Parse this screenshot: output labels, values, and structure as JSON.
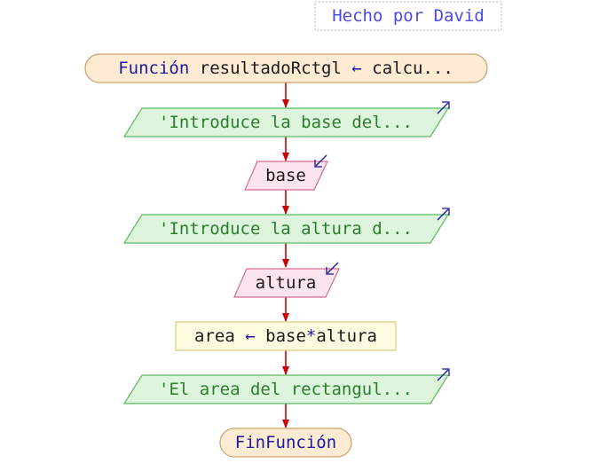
{
  "author_note": "Hecho por David",
  "flowchart": {
    "start": {
      "keyword": "Función",
      "name": "resultadoRctgl",
      "arrow": "←",
      "value": "calcu..."
    },
    "output_1": {
      "quote": "'",
      "text": "Introduce la base del..."
    },
    "input_1": {
      "text": "base"
    },
    "output_2": {
      "quote": "'",
      "text": "Introduce la altura d..."
    },
    "input_2": {
      "text": "altura"
    },
    "assign": {
      "target": "area",
      "arrow": "←",
      "expr_a": "base",
      "op": "*",
      "expr_b": "altura"
    },
    "output_3": {
      "quote": "'",
      "text": "El area del rectangul..."
    },
    "end": {
      "text": "FinFunción"
    }
  },
  "colors": {
    "terminal_fill": "#fdebd3",
    "terminal_stroke": "#c9a26b",
    "output_fill": "#dcf5dc",
    "output_stroke": "#5fb85f",
    "input_fill": "#fce4ee",
    "input_stroke": "#d36b93",
    "process_fill": "#fffbe0",
    "process_stroke": "#d8cc7a",
    "connector": "#cc0000",
    "keyword": "#1a1a9a",
    "text": "#1a1a1a",
    "comment": "#2e7d2e",
    "operator": "#1a1a9a",
    "note": "#4a4ae6",
    "io_arrow": "#1a1a9a"
  }
}
